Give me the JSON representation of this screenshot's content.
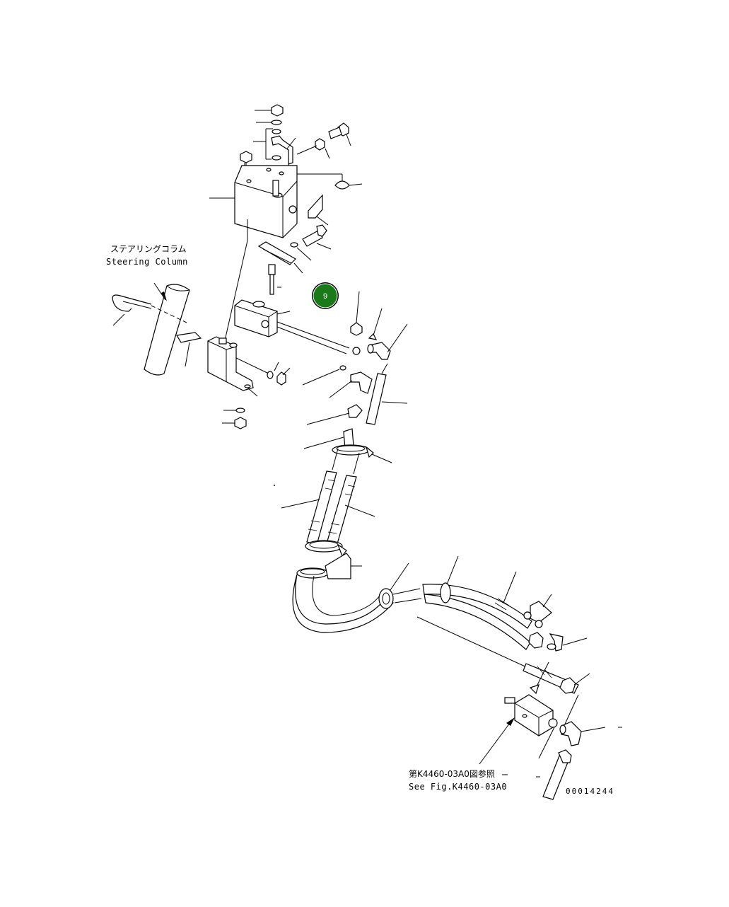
{
  "labels": {
    "steering_column_jp": "ステアリングコラム",
    "steering_column_en": "Steering Column",
    "ref_jp": "第K4460-03A0図参照",
    "ref_en": "See Fig.K4460-03A0",
    "drawing_number": "00014244"
  },
  "callout": {
    "number": "9",
    "color": "#1a7a1a"
  }
}
